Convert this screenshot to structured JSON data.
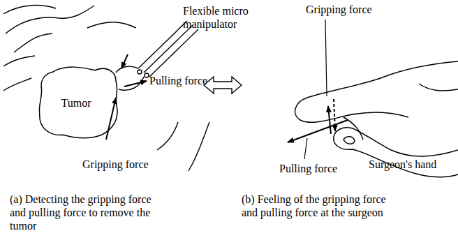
{
  "diagram": {
    "nodes": [
      {
        "text": [
          "Tumor"
        ]
      }
    ],
    "labels": [
      "Flexible micro manipulator",
      "Gripping force",
      "Pulling force",
      "Gripping force",
      "Pulling force",
      "Surgeon's hand",
      "(a) Detecting the gripping force and pulling force to remove the tumor",
      "(b) Feeling of the gripping force and pulling force at the surgeon"
    ]
  }
}
